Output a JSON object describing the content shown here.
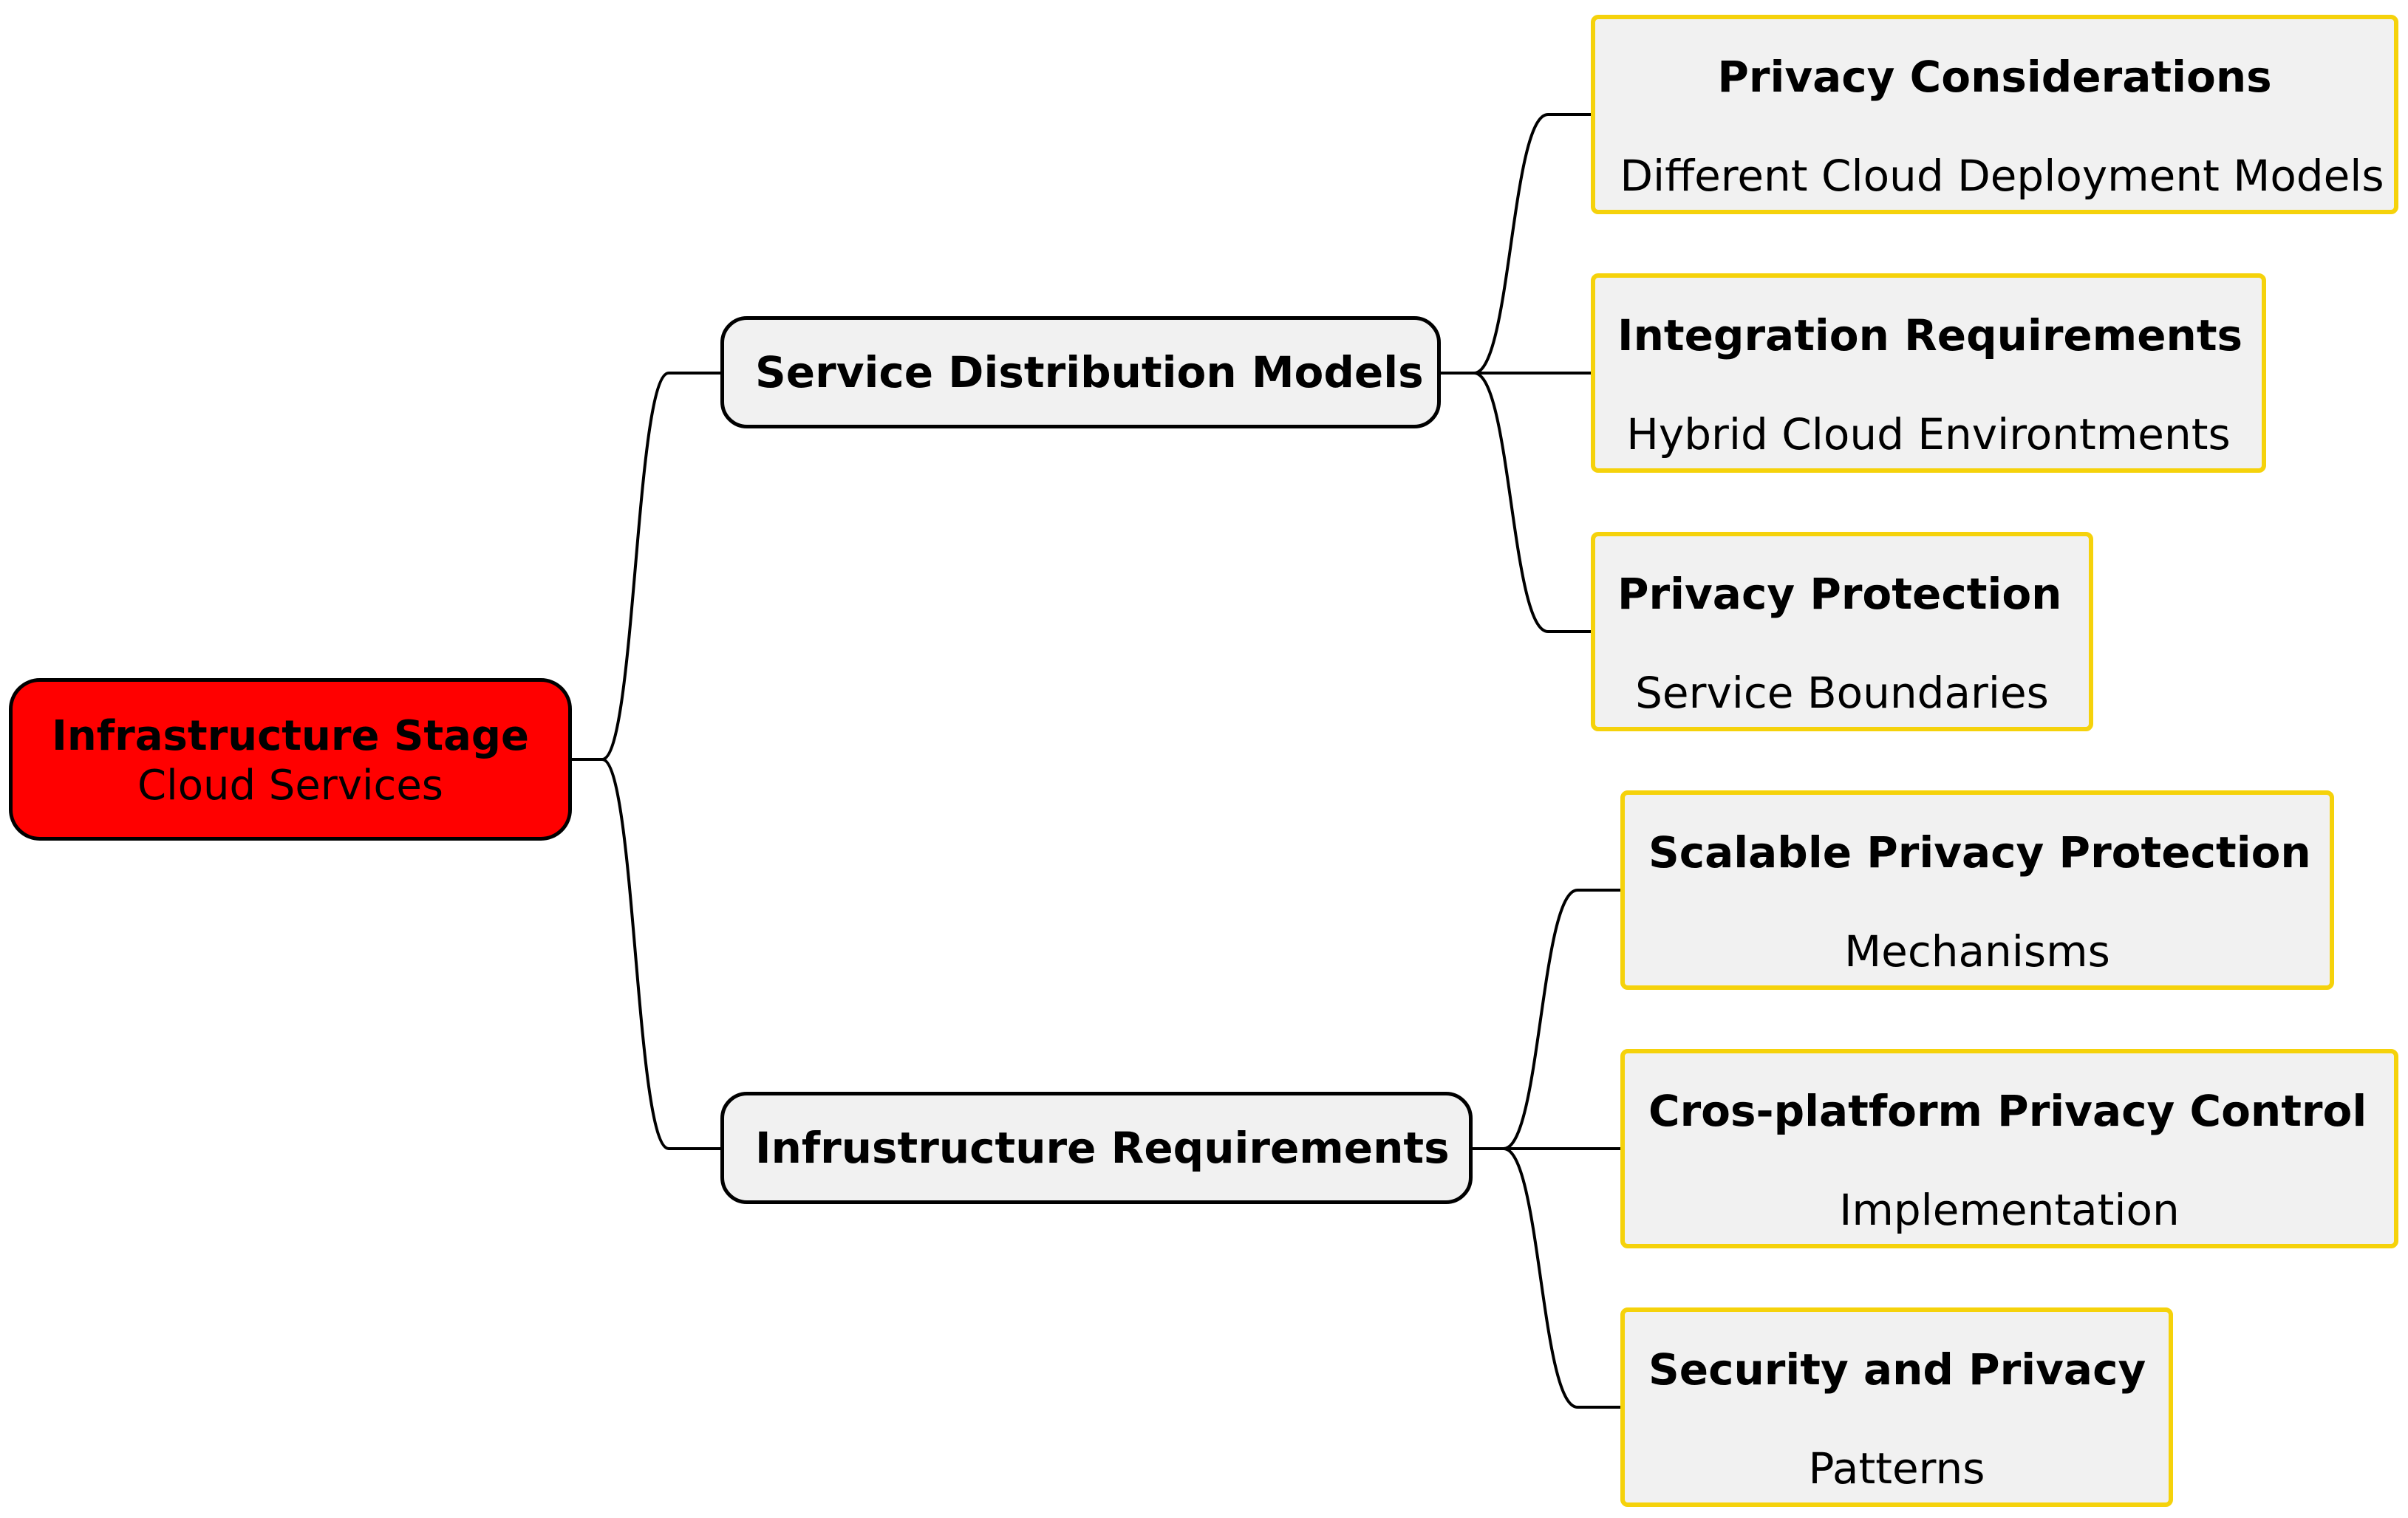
{
  "root": {
    "title": "Infrastructure Stage",
    "subtitle": "Cloud Services",
    "color": "#ff0000"
  },
  "branches": [
    {
      "label": "Service Distribution Models",
      "children": [
        {
          "title": "Privacy Considerations",
          "detail": "Different Cloud Deployment Models"
        },
        {
          "title": "Integration Requirements",
          "detail": "Hybrid Cloud Environtments"
        },
        {
          "title": "Privacy Protection",
          "detail": "Service Boundaries"
        }
      ]
    },
    {
      "label": "Infrustructure Requirements",
      "children": [
        {
          "title": "Scalable Privacy Protection",
          "detail": "Mechanisms"
        },
        {
          "title": "Cros-platform Privacy Control",
          "detail": "Implementation"
        },
        {
          "title": "Security and Privacy",
          "detail": "Patterns"
        }
      ]
    }
  ],
  "colors": {
    "leaf_border": "#f5d20b",
    "node_fill": "#f1f1f1",
    "connector": "#000000"
  }
}
